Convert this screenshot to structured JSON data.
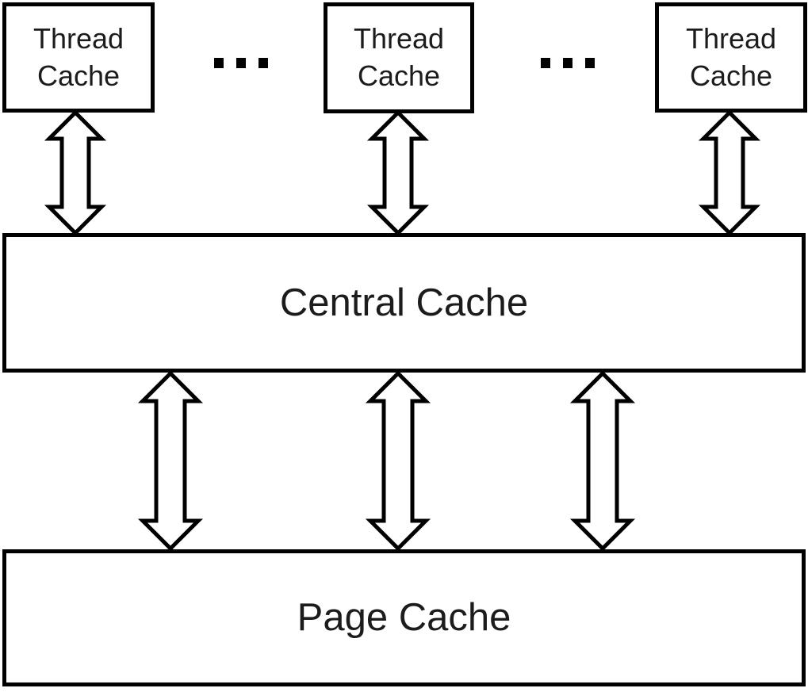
{
  "diagram": {
    "nodes": {
      "thread_caches": [
        {
          "label": "Thread Cache"
        },
        {
          "label": "Thread Cache"
        },
        {
          "label": "Thread Cache"
        }
      ],
      "central_cache": {
        "label": "Central Cache"
      },
      "page_cache": {
        "label": "Page Cache"
      }
    },
    "icons": {
      "ellipsis": "ellipsis-dots-icon",
      "connector": "double-headed-arrow-icon"
    },
    "connections": [
      {
        "from": "Thread Cache (left)",
        "to": "Central Cache",
        "style": "double-headed-arrow"
      },
      {
        "from": "Thread Cache (middle)",
        "to": "Central Cache",
        "style": "double-headed-arrow"
      },
      {
        "from": "Thread Cache (right)",
        "to": "Central Cache",
        "style": "double-headed-arrow"
      },
      {
        "from": "Central Cache",
        "to": "Page Cache",
        "style": "double-headed-arrow"
      },
      {
        "from": "Central Cache",
        "to": "Page Cache",
        "style": "double-headed-arrow"
      },
      {
        "from": "Central Cache",
        "to": "Page Cache",
        "style": "double-headed-arrow"
      }
    ],
    "colors": {
      "background": "#ffffff",
      "line": "#000000",
      "text": "#1c1c1c"
    }
  }
}
